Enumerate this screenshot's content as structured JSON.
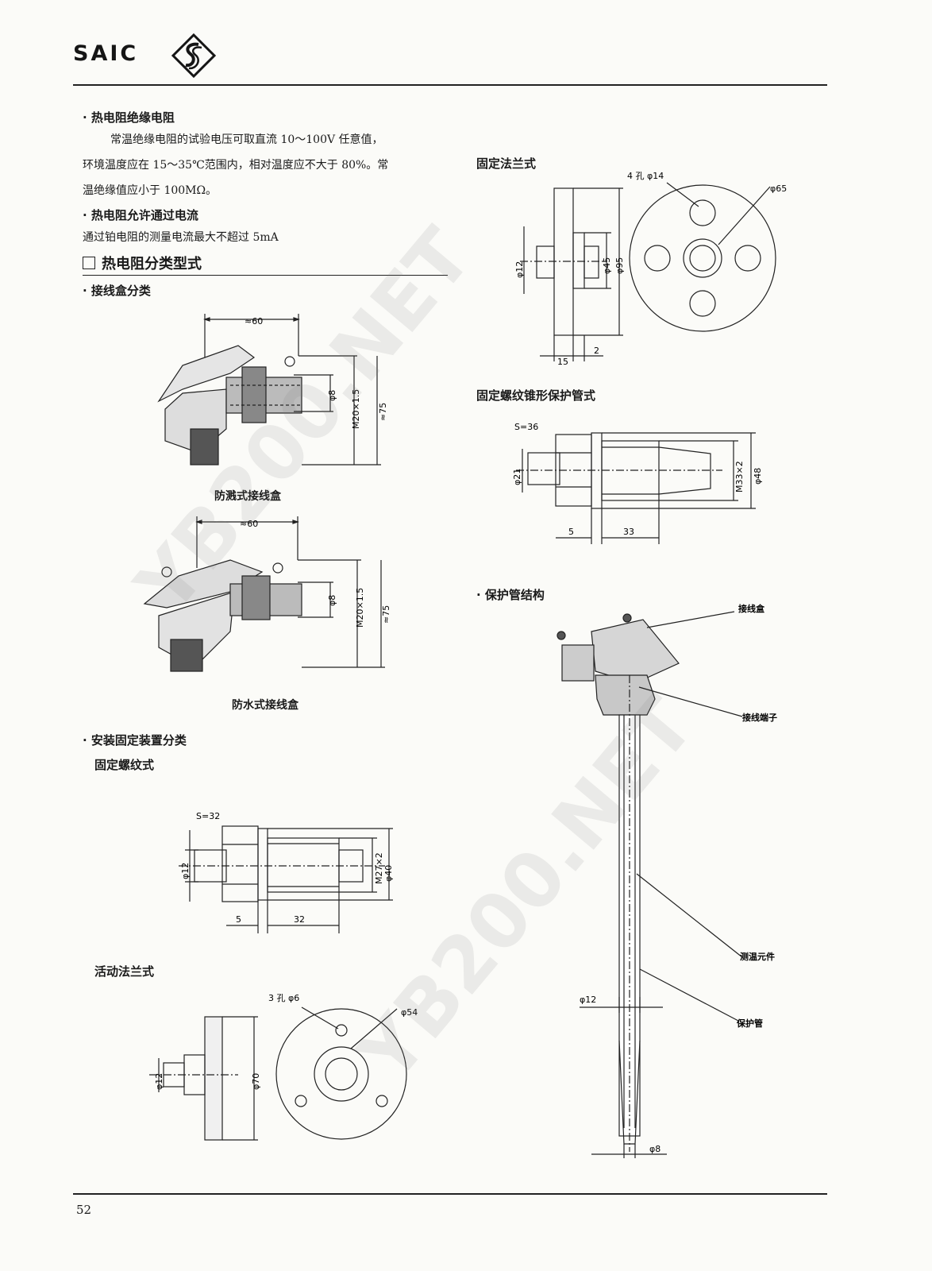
{
  "header": {
    "logo_text": "SAIC"
  },
  "left": {
    "b1_title": "热电阻绝缘电阻",
    "b1_text1": "常温绝缘电阻的试验电压可取直流 10～100V 任意值，",
    "b1_text2": "环境温度应在 15～35℃范围内，相对温度应不大于 80%。常",
    "b1_text3": "温绝缘值应小于 100MΩ。",
    "b2_title": "热电阻允许通过电流",
    "b2_text": "通过铂电阻的测量电流最大不超过 5mA",
    "section_title": "热电阻分类型式",
    "b3_title": "接线盒分类",
    "box1": {
      "dims": [
        "≈60",
        "M20×1.5",
        "φ8",
        "≈75"
      ],
      "caption": "防溅式接线盒"
    },
    "box2": {
      "dims": [
        "≈60",
        "M20×1.5",
        "φ8",
        "≈75"
      ],
      "caption": "防水式接线盒"
    },
    "b4_title": "安装固定装置分类",
    "sub1": "固定螺纹式",
    "fix_thread": {
      "dims": [
        "S=32",
        "φ12",
        "M27×2",
        "φ40",
        "5",
        "32"
      ]
    },
    "sub2": "活动法兰式",
    "mov_flange": {
      "dims": [
        "3 孔 φ6",
        "φ54",
        "φ12",
        "φ70"
      ]
    }
  },
  "right": {
    "t1": "固定法兰式",
    "fix_flange": {
      "dims": [
        "4 孔 φ14",
        "φ65",
        "φ12",
        "φ45",
        "φ95",
        "15",
        "2"
      ]
    },
    "t2": "固定螺纹锥形保护管式",
    "cone": {
      "dims": [
        "S=36",
        "φ21",
        "M33×2",
        "φ48",
        "5",
        "33"
      ]
    },
    "t3": "保护管结构",
    "struct_labels": [
      "接线盒",
      "接线端子",
      "测温元件",
      "φ12",
      "保护管",
      "φ8"
    ]
  },
  "watermark": [
    "YB200.NET",
    "YB200.NET"
  ],
  "footer": {
    "page": "52"
  }
}
